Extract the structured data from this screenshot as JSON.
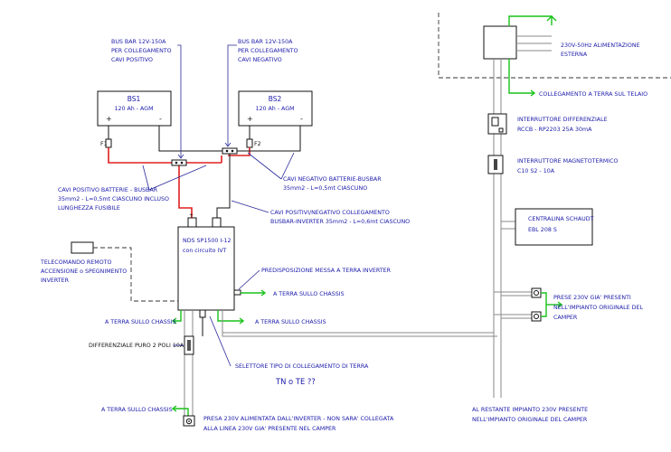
{
  "batteries": {
    "bs1": {
      "name": "BS1",
      "spec": "120 Ah - AGM",
      "plus": "+",
      "minus": "-",
      "fuse": "F1"
    },
    "bs2": {
      "name": "BS2",
      "spec": "120 Ah - AGM",
      "plus": "+",
      "minus": "-",
      "fuse": "F2"
    }
  },
  "labels": {
    "busbar_pos": [
      "BUS BAR 12V-150A",
      "PER COLLEGAMENTO",
      "CAVI POSITIVO"
    ],
    "busbar_neg": [
      "BUS BAR 12V-150A",
      "PER COLLEGAMENTO",
      "CAVI NEGATIVO"
    ],
    "pos_cables": [
      "CAVI POSITIVO BATTERIE - BUSBAR",
      "35mm2 - L=0,5mt CIASCUNO INCLUSO",
      "LUNGHEZZA FUSIBILE"
    ],
    "neg_cables": [
      "CAVI NEGATIVO BATTERIE-BUSBAR",
      "35mm2 - L=0,5mt CIASCUNO"
    ],
    "posneg_cables": [
      "CAVI POSITIVI/NEGATIVO COLLEGAMENTO",
      "BUSBAR-INVERTER 35mm2 - L=0,6mt CIASCUNO"
    ],
    "inverter": [
      "NDS SP1500 I-12",
      "con circuito IVT"
    ],
    "remote": [
      "TELECOMANDO REMOTO",
      "ACCENSIONE o SPEGNIMENTO",
      "INVERTER"
    ],
    "predisposizione": "PREDISPOSIZIONE MESSA A TERRA INVERTER",
    "ground_chassis": "A TERRA SULLO CHASSIS",
    "differenziale_puro": "DIFFERENZIALE  PURO 2 POLI 10A",
    "selettore": "SELETTORE TIPO DI COLLEGAMENTO DI TERRA",
    "tn_te": "TN o TE ??",
    "presa_inverter": [
      "PRESA 230V ALIMENTATA DALL'INVERTER - NON SARA' COLLEGATA",
      "ALLA LINEA 230V GIA' PRESENTE NEL CAMPER"
    ],
    "alimentazione": [
      "230V-50Hz  ALIMENTAZIONE",
      "ESTERNA"
    ],
    "terra_telaio": "COLLEGAMENTO A TERRA SUL TELAIO",
    "rccb": [
      "INTERRUTTORE DIFFERENZIALE",
      "RCCB - RP2203  25A 30mA"
    ],
    "magnetotermico": [
      "INTERRUTTORE MAGNETOTERMICO",
      "C10 S2  -  10A"
    ],
    "centralina": [
      "CENTRALINA SCHAUDT",
      "EBL 208 S"
    ],
    "prese_presenti": [
      "PRESE 230V GIA' PRESENTI",
      "NELL'IMPIANTO ORIGINALE DEL",
      "CAMPER"
    ],
    "restante": [
      "AL RESTANTE IMPIANTO  230V PRESENTE",
      "NELL'IMPIANTO ORIGINALE DEL CAMPER"
    ]
  },
  "colors": {
    "positive": "#e02020",
    "ground": "#19c219",
    "label": "#1b1baa",
    "wire": "#111111"
  }
}
